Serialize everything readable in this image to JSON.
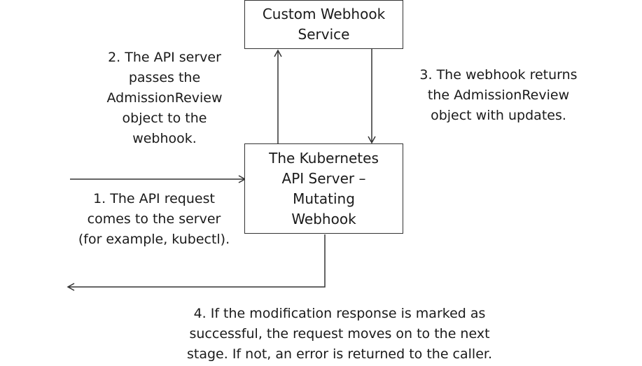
{
  "nodes": {
    "webhook_service": "Custom Webhook\nService",
    "api_server": "The Kubernetes\nAPI Server –\nMutating\nWebhook"
  },
  "steps": {
    "step1": "1. The API request\ncomes to the server\n(for example, kubectl).",
    "step2": "2. The API server\npasses the\nAdmissionReview\nobject to the\nwebhook.",
    "step3": "3. The webhook returns\nthe AdmissionReview\nobject with updates.",
    "step4": "4. If the modification response is marked as\nsuccessful, the request moves on to the next\nstage. If not, an error is returned to the caller."
  },
  "colors": {
    "line": "#333333",
    "text": "#1a1a1a",
    "background": "#ffffff"
  }
}
